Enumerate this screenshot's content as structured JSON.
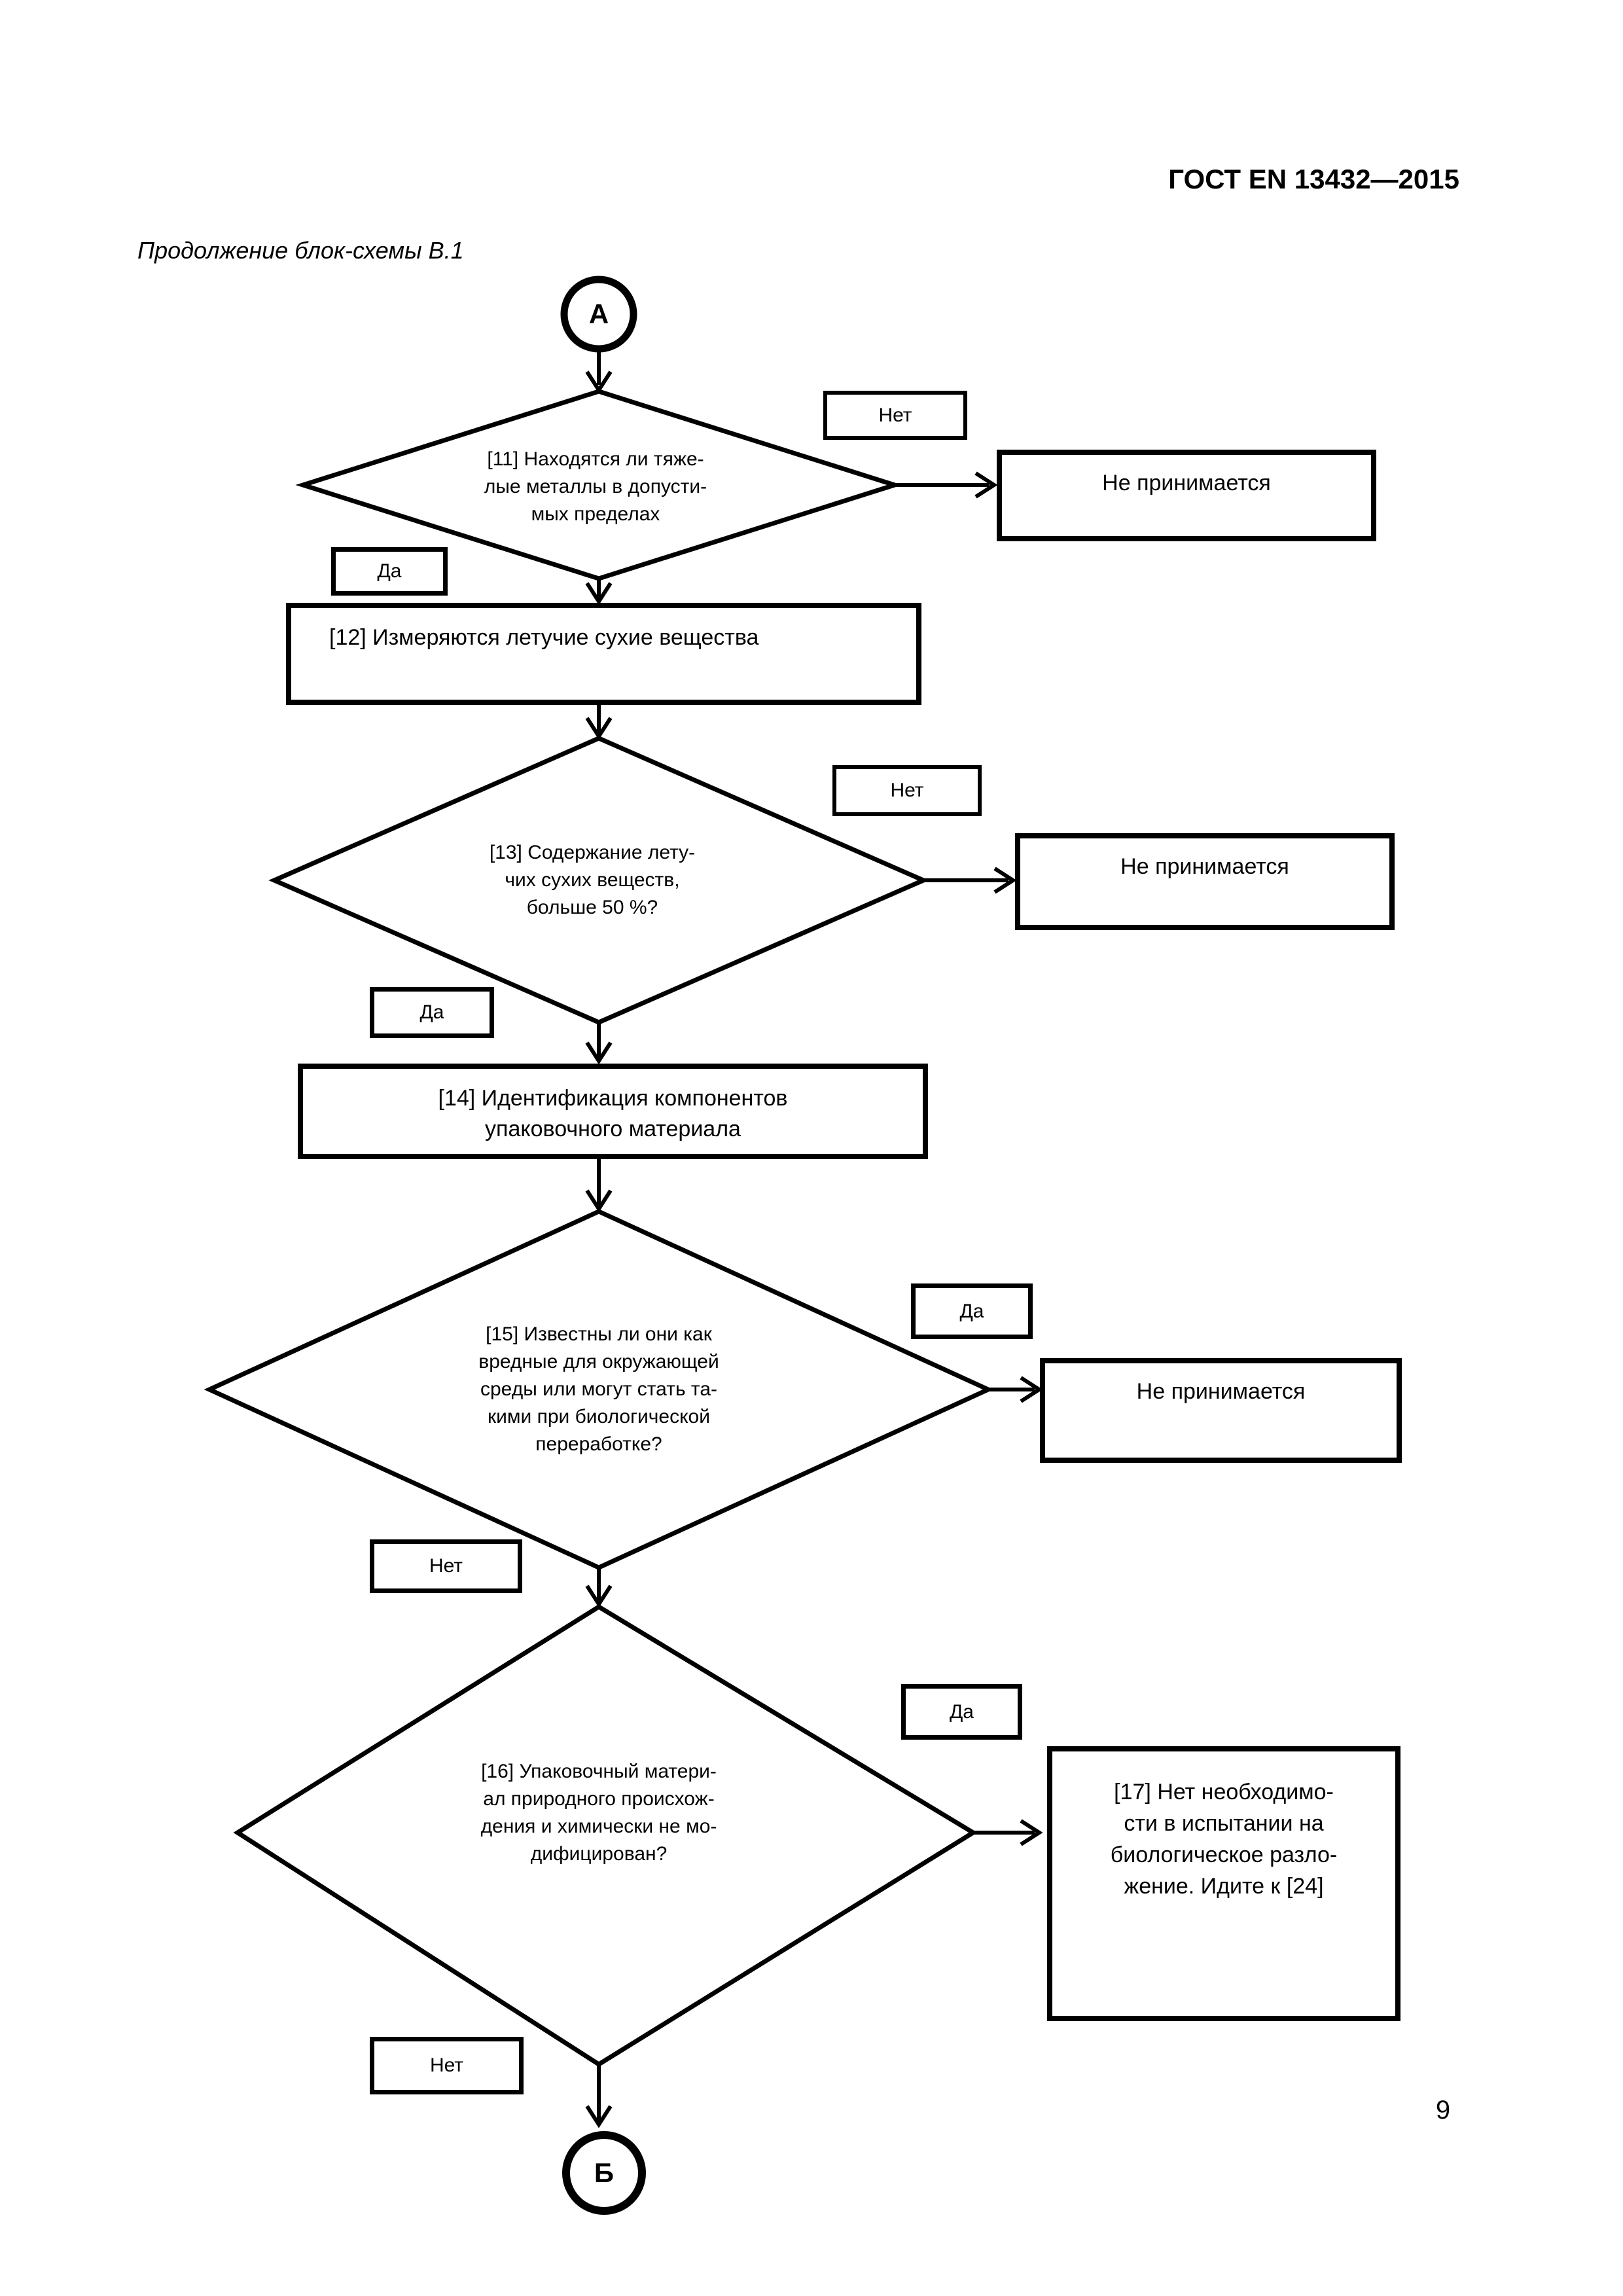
{
  "page": {
    "header": "ГОСТ EN 13432—2015",
    "caption": "Продолжение блок-схемы В.1",
    "page_number": "9"
  },
  "labels": {
    "yes": "Да",
    "no": "Нет"
  },
  "connectors": {
    "a": "А",
    "b": "Б"
  },
  "nodes": {
    "d11_lines": [
      "[11] Находятся ли тяже-",
      "лые металлы в допусти-",
      "мых пределах"
    ],
    "reject1": "Не принимается",
    "p12": "[12] Измеряются летучие сухие вещества",
    "d13_lines": [
      "[13] Содержание лету-",
      "чих сухих веществ,",
      "больше 50 %?"
    ],
    "reject2": "Не принимается",
    "p14_lines": [
      "[14] Идентификация компонентов",
      "упаковочного материала"
    ],
    "d15_lines": [
      "[15] Известны ли они как",
      "вредные для окружающей",
      "среды или могут стать та-",
      "кими при биологической",
      "переработке?"
    ],
    "reject3": "Не принимается",
    "d16_lines": [
      "[16] Упаковочный матери-",
      "ал природного происхож-",
      "дения и химически не мо-",
      "дифицирован?"
    ],
    "p17_lines": [
      "[17] Нет необходимо-",
      "сти в испытании на",
      "биологическое разло-",
      "жение. Идите к [24]"
    ]
  }
}
